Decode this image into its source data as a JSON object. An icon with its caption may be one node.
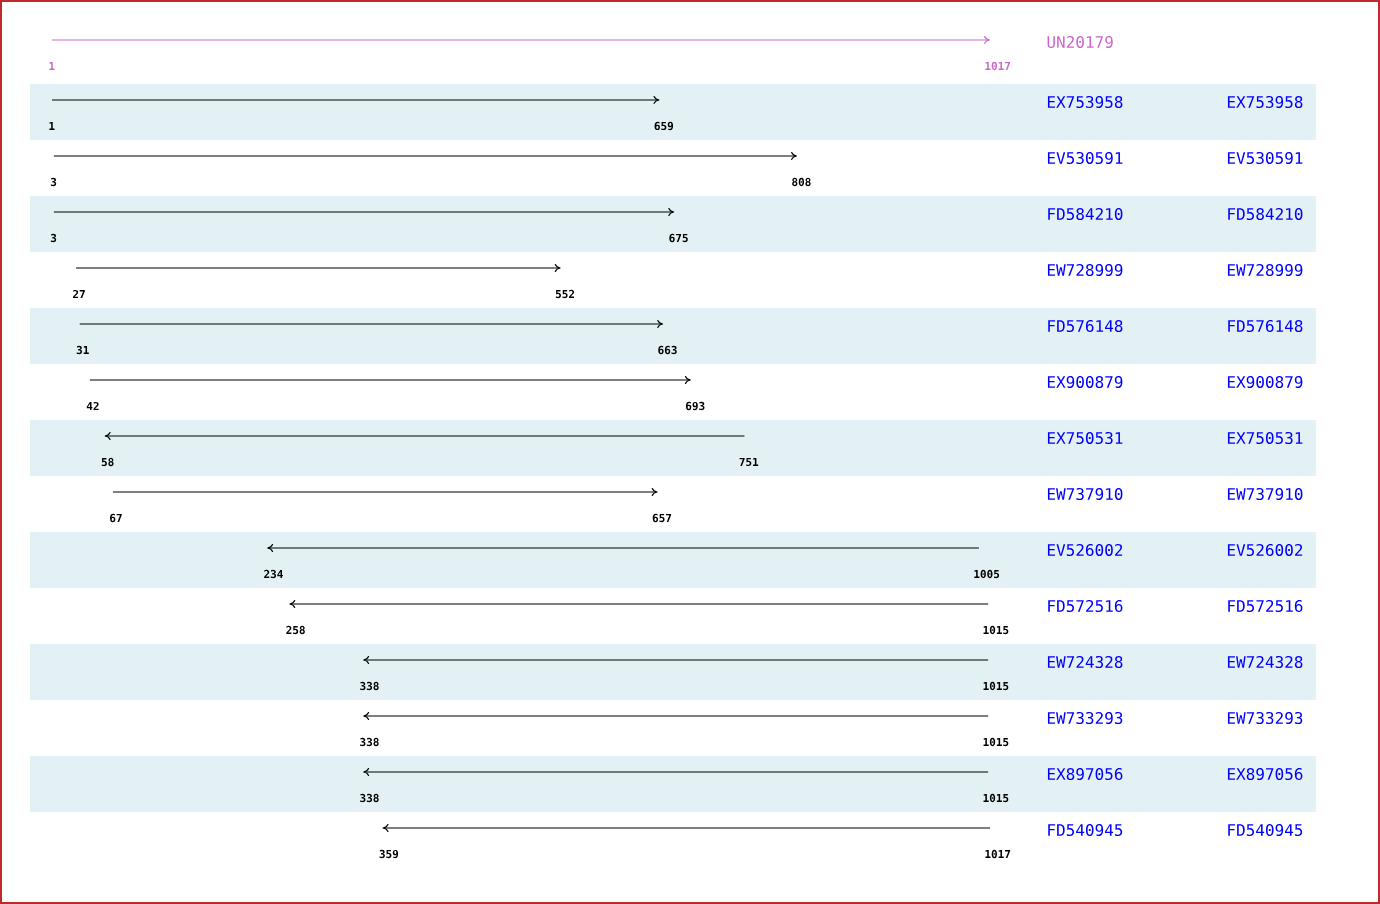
{
  "diagram": {
    "labels": [
      "UN20179",
      "1",
      "1017",
      "EX753958",
      "EX753958",
      "1",
      "659",
      "EV530591",
      "EV530591",
      "3",
      "808",
      "FD584210",
      "FD584210",
      "3",
      "675",
      "EW728999",
      "EW728999",
      "27",
      "552",
      "FD576148",
      "FD576148",
      "31",
      "663",
      "EX900879",
      "EX900879",
      "42",
      "693",
      "EX750531",
      "EX750531",
      "58",
      "751",
      "EW737910",
      "EW737910",
      "67",
      "657",
      "EV526002",
      "EV526002",
      "234",
      "1005",
      "FD572516",
      "FD572516",
      "258",
      "1015",
      "EW724328",
      "EW724328",
      "338",
      "1015",
      "EW733293",
      "EW733293",
      "338",
      "1015",
      "EX897056",
      "EX897056",
      "338",
      "1015",
      "FD540945",
      "FD540945",
      "359",
      "1017"
    ]
  }
}
